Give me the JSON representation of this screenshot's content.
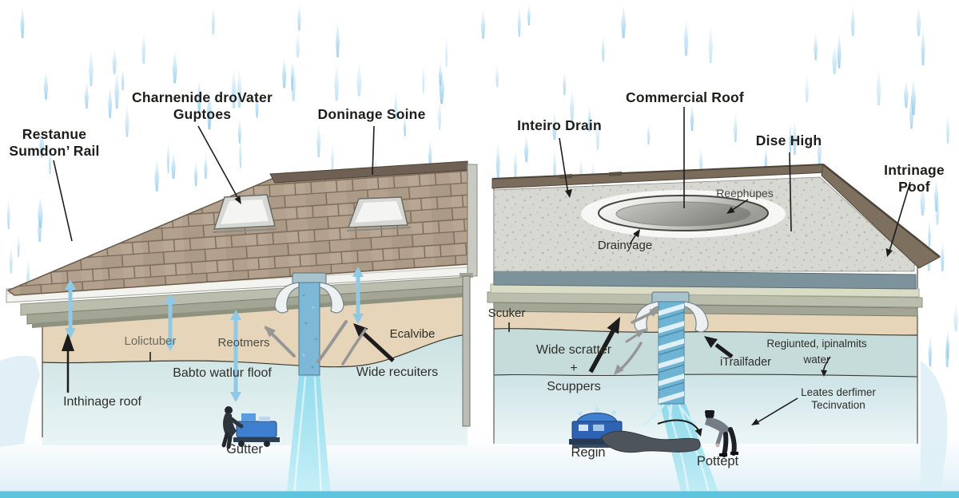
{
  "labels": {
    "residential_rail": "Restanue\nSumdon’ Rail",
    "gutter_system": "Charnenide droVater\nGuptoes",
    "drainage_zone": "Doninage Soine",
    "interior_drain": "Inteiro Drain",
    "commercial_roof": "Commercial Roof",
    "dise_high": "Dise High",
    "intrinage_poof": "Intrinage Poof",
    "reephupes": "Reephupes",
    "drainyage": "Drainyage",
    "scuker": "Scuker",
    "lolictuber": "Lolictuber",
    "reotmers": "Reotmers",
    "ecalvibe": "Ecalvibe",
    "babto_watlur": "Babto watlur floof",
    "wide_recuiters": "Wide recuiters",
    "wide_scratter": "Wide scratter\n+\nScuppers",
    "inthinage_roof": "Inthinage roof",
    "gutter": "Gutter",
    "regin": "Regin",
    "pottept": "Pottept",
    "trailfader": "iTrailfader",
    "regiunted_water": "Regiunted, ipinalmits\nwater",
    "leates": "Leates derfimer Tecinvation"
  },
  "colors": {
    "rain_blue": "#86c6eb",
    "shingle_tan": "#b3a18e",
    "parapet_brown": "#7a6c5b",
    "wall_tan": "#e6d5b8",
    "water_teal": "#cde3e3",
    "downspout_blue": "#7db9d7",
    "waterfall_blue": "#8ed9ec",
    "bottom_bar_blue": "#5ec4de",
    "label_black": "#1d1d1a"
  }
}
